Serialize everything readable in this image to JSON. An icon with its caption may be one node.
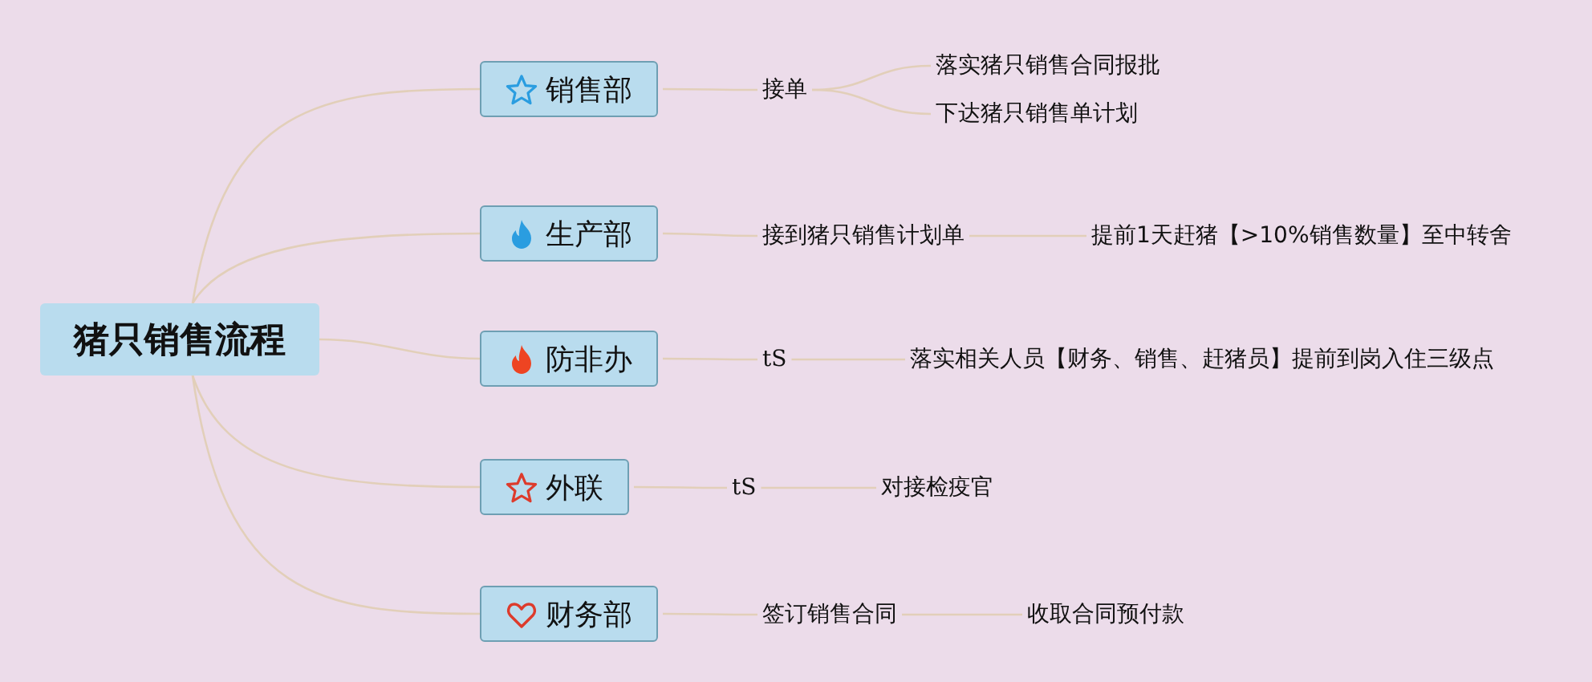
{
  "diagram": {
    "nodes": [
      {
        "text": [
          "猪只销售流程"
        ]
      },
      {
        "text": [
          "销售部"
        ]
      },
      {
        "text": [
          "接单"
        ]
      },
      {
        "text": [
          "落实猪只销售合同报批"
        ]
      },
      {
        "text": [
          "下达猪只销售单计划"
        ]
      },
      {
        "text": [
          "生产部"
        ]
      },
      {
        "text": [
          "接到猪只销售计划单"
        ]
      },
      {
        "text": [
          "提前1天赶猪【>10%销售数量】至中转舍"
        ]
      },
      {
        "text": [
          "防非办"
        ]
      },
      {
        "text": [
          "tS"
        ]
      },
      {
        "text": [
          "落实相关人员【财务、销售、赶猪员】提前到岗入住三级点"
        ]
      },
      {
        "text": [
          "外联"
        ]
      },
      {
        "text": [
          "tS"
        ]
      },
      {
        "text": [
          "对接检疫官"
        ]
      },
      {
        "text": [
          "财务部"
        ]
      },
      {
        "text": [
          "签订销售合同"
        ]
      },
      {
        "text": [
          "收取合同预付款"
        ]
      }
    ],
    "edges": [
      {
        "from": 0,
        "to": 1,
        "arrow": "none"
      },
      {
        "from": 0,
        "to": 5,
        "arrow": "none"
      },
      {
        "from": 0,
        "to": 8,
        "arrow": "none"
      },
      {
        "from": 0,
        "to": 11,
        "arrow": "none"
      },
      {
        "from": 0,
        "to": 14,
        "arrow": "none"
      },
      {
        "from": 1,
        "to": 2,
        "arrow": "none"
      },
      {
        "from": 2,
        "to": 3,
        "arrow": "none"
      },
      {
        "from": 2,
        "to": 4,
        "arrow": "none"
      },
      {
        "from": 5,
        "to": 6,
        "arrow": "none"
      },
      {
        "from": 6,
        "to": 7,
        "arrow": "none"
      },
      {
        "from": 8,
        "to": 9,
        "arrow": "none"
      },
      {
        "from": 9,
        "to": 10,
        "arrow": "none"
      },
      {
        "from": 11,
        "to": 12,
        "arrow": "none"
      },
      {
        "from": 12,
        "to": 13,
        "arrow": "none"
      },
      {
        "from": 14,
        "to": 15,
        "arrow": "none"
      },
      {
        "from": 15,
        "to": 16,
        "arrow": "none"
      }
    ]
  }
}
